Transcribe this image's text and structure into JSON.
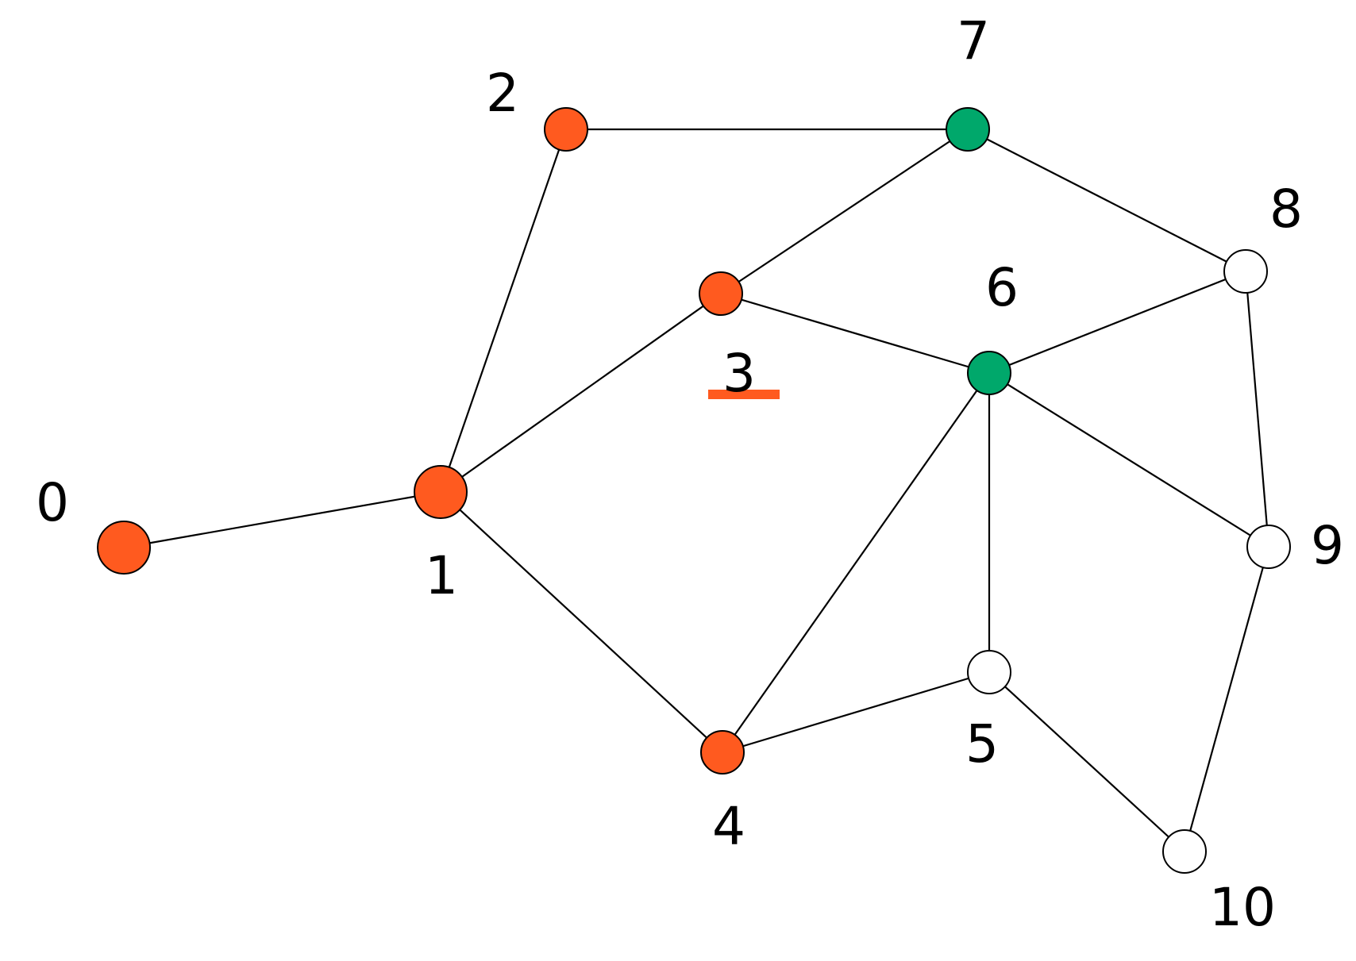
{
  "colors": {
    "visited": "#FF5A1F",
    "frontier": "#00A86B",
    "unvisited": "#FFFFFF",
    "highlight": "#FF5A1F",
    "edge": "#000000"
  },
  "nodes": [
    {
      "id": 0,
      "label": "0",
      "state": "visited"
    },
    {
      "id": 1,
      "label": "1",
      "state": "visited"
    },
    {
      "id": 2,
      "label": "2",
      "state": "visited"
    },
    {
      "id": 3,
      "label": "3",
      "state": "visited",
      "highlighted": true
    },
    {
      "id": 4,
      "label": "4",
      "state": "visited"
    },
    {
      "id": 5,
      "label": "5",
      "state": "unvisited"
    },
    {
      "id": 6,
      "label": "6",
      "state": "frontier"
    },
    {
      "id": 7,
      "label": "7",
      "state": "frontier"
    },
    {
      "id": 8,
      "label": "8",
      "state": "unvisited"
    },
    {
      "id": 9,
      "label": "9",
      "state": "unvisited"
    },
    {
      "id": 10,
      "label": "10",
      "state": "unvisited"
    }
  ],
  "edges": [
    [
      0,
      1
    ],
    [
      1,
      2
    ],
    [
      1,
      3
    ],
    [
      1,
      4
    ],
    [
      2,
      7
    ],
    [
      3,
      7
    ],
    [
      3,
      6
    ],
    [
      4,
      6
    ],
    [
      4,
      5
    ],
    [
      5,
      6
    ],
    [
      5,
      10
    ],
    [
      6,
      8
    ],
    [
      6,
      9
    ],
    [
      7,
      8
    ],
    [
      8,
      9
    ],
    [
      9,
      10
    ]
  ]
}
